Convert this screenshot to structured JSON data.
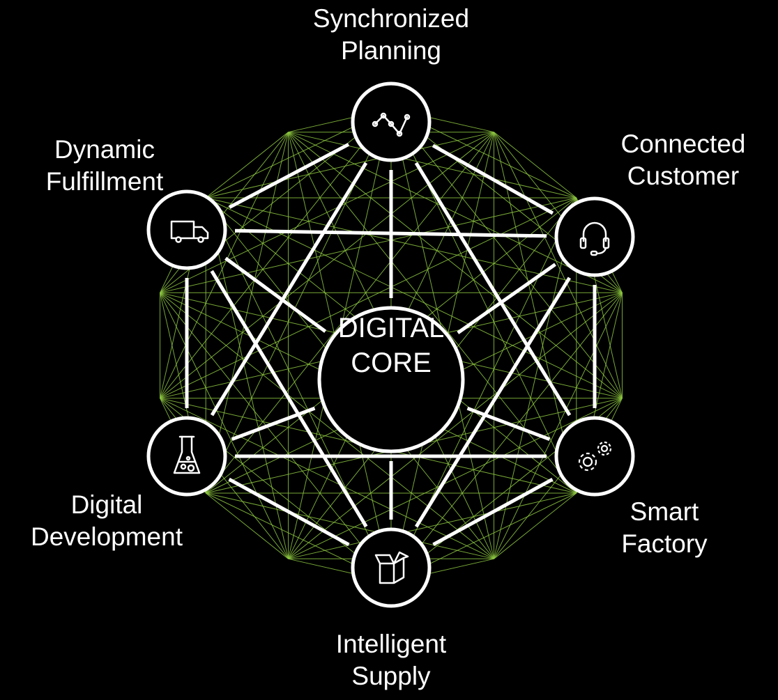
{
  "core": {
    "line1": "DIGITAL",
    "line2": "CORE"
  },
  "nodes": [
    {
      "id": "synchronized-planning",
      "line1": "Synchronized",
      "line2": "Planning",
      "icon": "line-chart-icon"
    },
    {
      "id": "connected-customer",
      "line1": "Connected",
      "line2": "Customer",
      "icon": "headset-icon"
    },
    {
      "id": "smart-factory",
      "line1": "Smart",
      "line2": "Factory",
      "icon": "gears-icon"
    },
    {
      "id": "intelligent-supply",
      "line1": "Intelligent",
      "line2": "Supply",
      "icon": "box-icon"
    },
    {
      "id": "digital-development",
      "line1": "Digital",
      "line2": "Development",
      "icon": "flask-icon"
    },
    {
      "id": "dynamic-fulfillment",
      "line1": "Dynamic",
      "line2": "Fulfillment",
      "icon": "truck-icon"
    }
  ],
  "colors": {
    "background": "#000000",
    "lines": "#ffffff",
    "mesh": "#8cc63f"
  }
}
